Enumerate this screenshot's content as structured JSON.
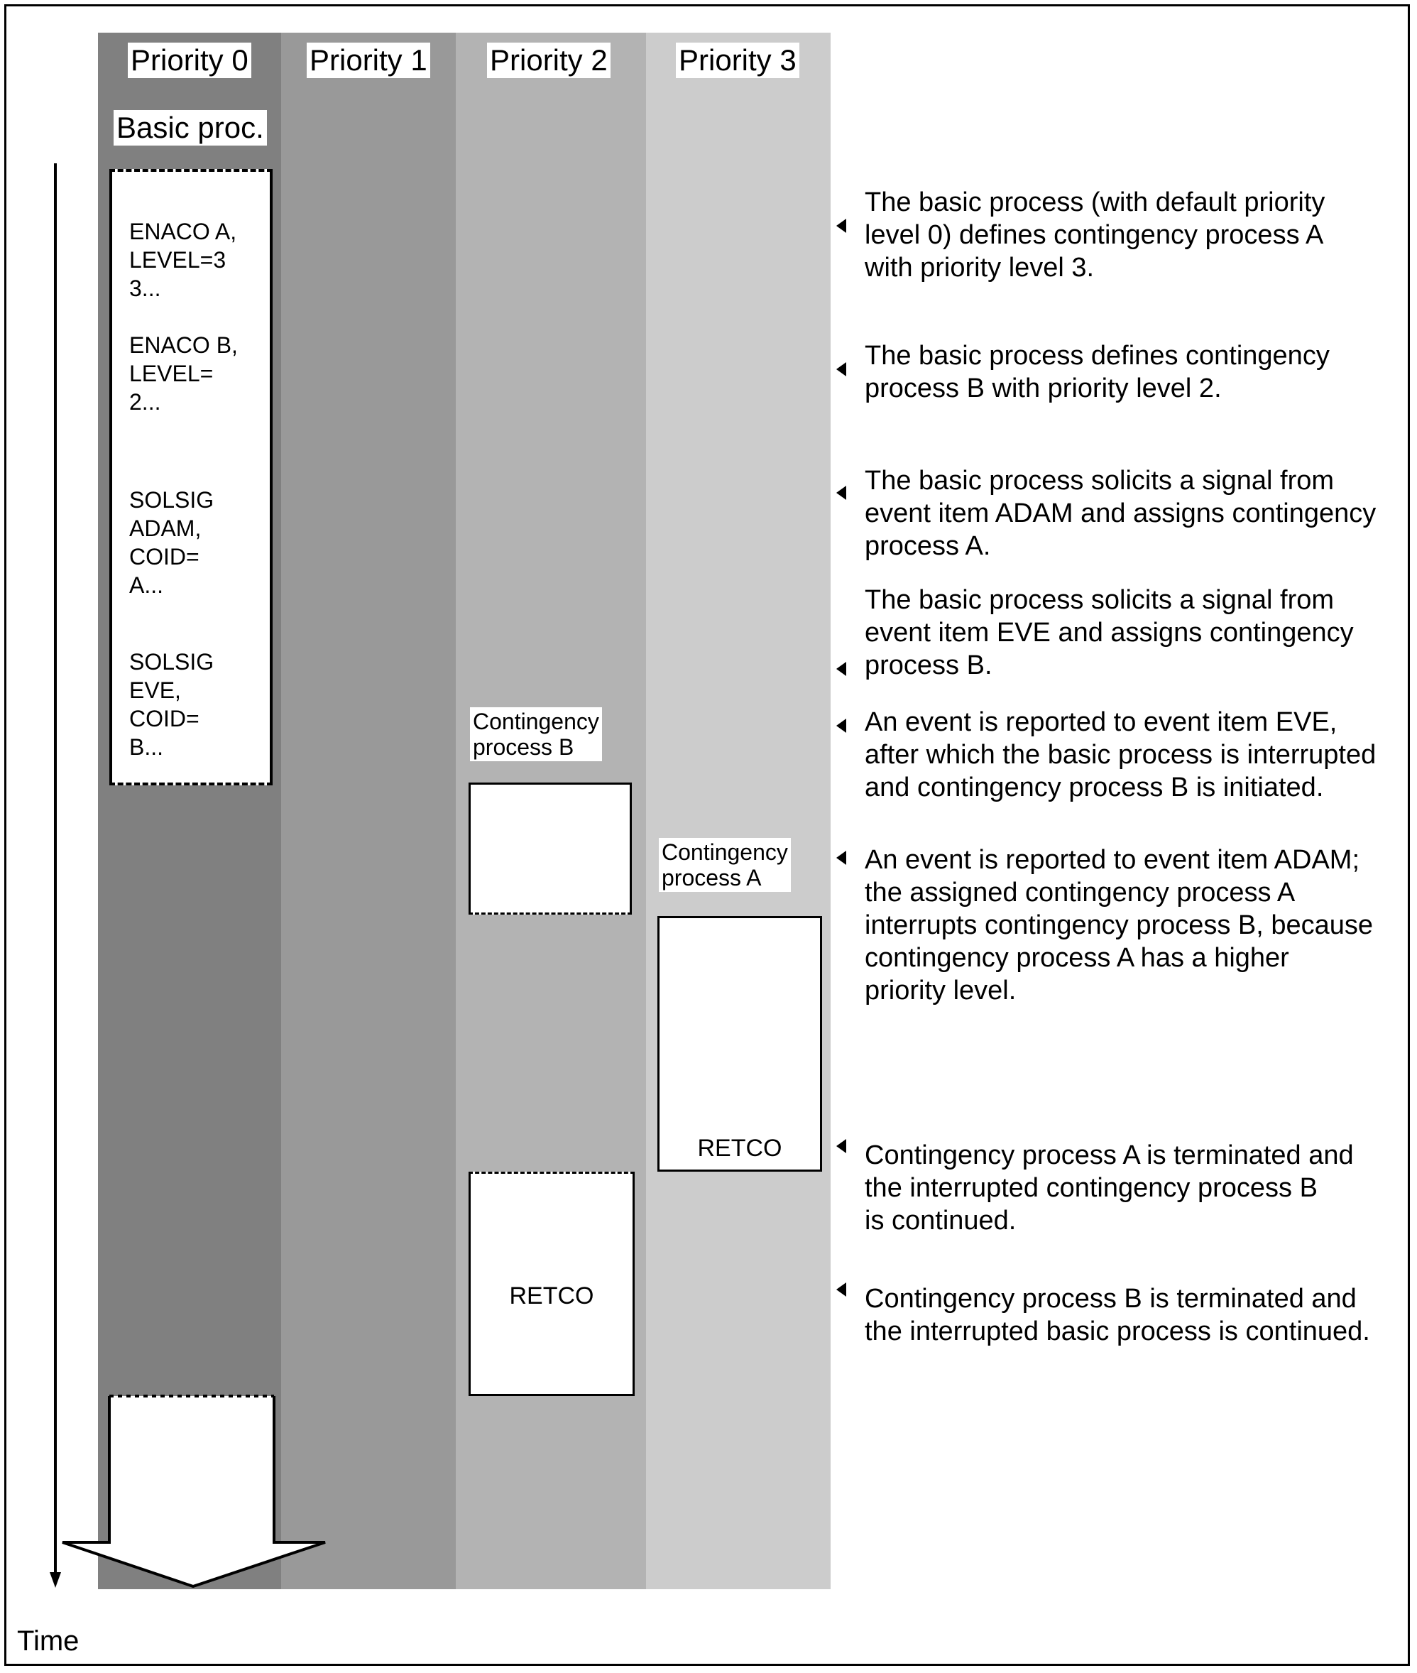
{
  "lanes": [
    {
      "header": "Priority 0",
      "color": "#808080"
    },
    {
      "header": "Priority 1",
      "color": "#999999"
    },
    {
      "header": "Priority 2",
      "color": "#b3b3b3"
    },
    {
      "header": "Priority 3",
      "color": "#cccccc"
    }
  ],
  "basic_process": {
    "label": "Basic proc.",
    "commands": [
      "ENACO A,\nLEVEL=3\n3...",
      "ENACO B,\nLEVEL=\n2...",
      "SOLSIG\nADAM,\nCOID=\nA...",
      "SOLSIG\nEVE,\nCOID=\nB..."
    ]
  },
  "contingency_b": {
    "label": "Contingency\nprocess B",
    "end_command": "RETCO"
  },
  "contingency_a": {
    "label": "Contingency\nprocess A",
    "end_command": "RETCO"
  },
  "axis": {
    "label": "Time"
  },
  "annotations": [
    "The basic process (with default priority\nlevel 0) defines contingency process A\nwith priority level 3.",
    "The basic process defines contingency\nprocess B with priority level 2.",
    "The basic process solicits a signal from\nevent item ADAM and assigns contingency\nprocess A.",
    "The basic process solicits a signal from\nevent item EVE and assigns contingency\nprocess B.",
    "An event is reported to event item EVE,\nafter which the basic process is interrupted\nand contingency process B is initiated.",
    "An event is reported to event item ADAM;\nthe assigned contingency process A\ninterrupts contingency process B, because\ncontingency process A has a higher\npriority level.",
    "Contingency process A is terminated and\nthe interrupted contingency process B\nis continued.",
    "Contingency process B is terminated and\nthe interrupted basic process is continued."
  ]
}
